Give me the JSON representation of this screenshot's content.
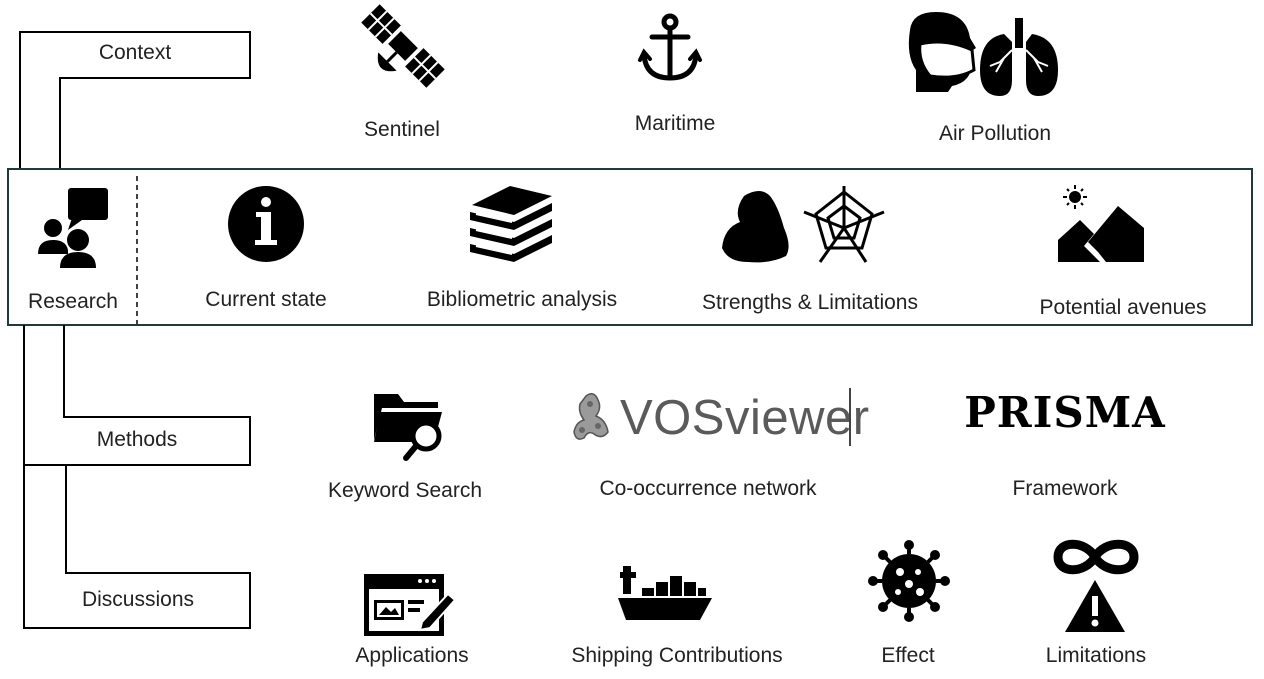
{
  "sections": {
    "context": "Context",
    "research": "Research",
    "methods": "Methods",
    "discussions": "Discussions"
  },
  "context_items": [
    {
      "label": "Sentinel",
      "icon": "satellite-icon"
    },
    {
      "label": "Maritime",
      "icon": "anchor-icon"
    },
    {
      "label": "Air Pollution",
      "icon": "mask-lungs-icon"
    }
  ],
  "research_items": [
    {
      "label": "Current state",
      "icon": "info-icon"
    },
    {
      "label": "Bibliometric analysis",
      "icon": "books-icon"
    },
    {
      "label": "Strengths & Limitations",
      "icon": "strength-radar-icon"
    },
    {
      "label": "Potential avenues",
      "icon": "mountain-sun-icon"
    }
  ],
  "methods_items": [
    {
      "label": "Keyword Search",
      "icon": "folder-search-icon"
    },
    {
      "label": "Co-occurrence network",
      "logo_text": "VOSviewer"
    },
    {
      "label": "Framework",
      "logo_text": "PRISMA"
    }
  ],
  "discussion_items": [
    {
      "label": "Applications",
      "icon": "browser-edit-icon"
    },
    {
      "label": "Shipping Contributions",
      "icon": "cargo-ship-icon"
    },
    {
      "label": "Effect",
      "icon": "virus-icon"
    },
    {
      "label": "Limitations",
      "icon": "infinity-warning-icon"
    }
  ],
  "colors": {
    "research_border": "#1f3a3a",
    "lines": "#000000"
  }
}
